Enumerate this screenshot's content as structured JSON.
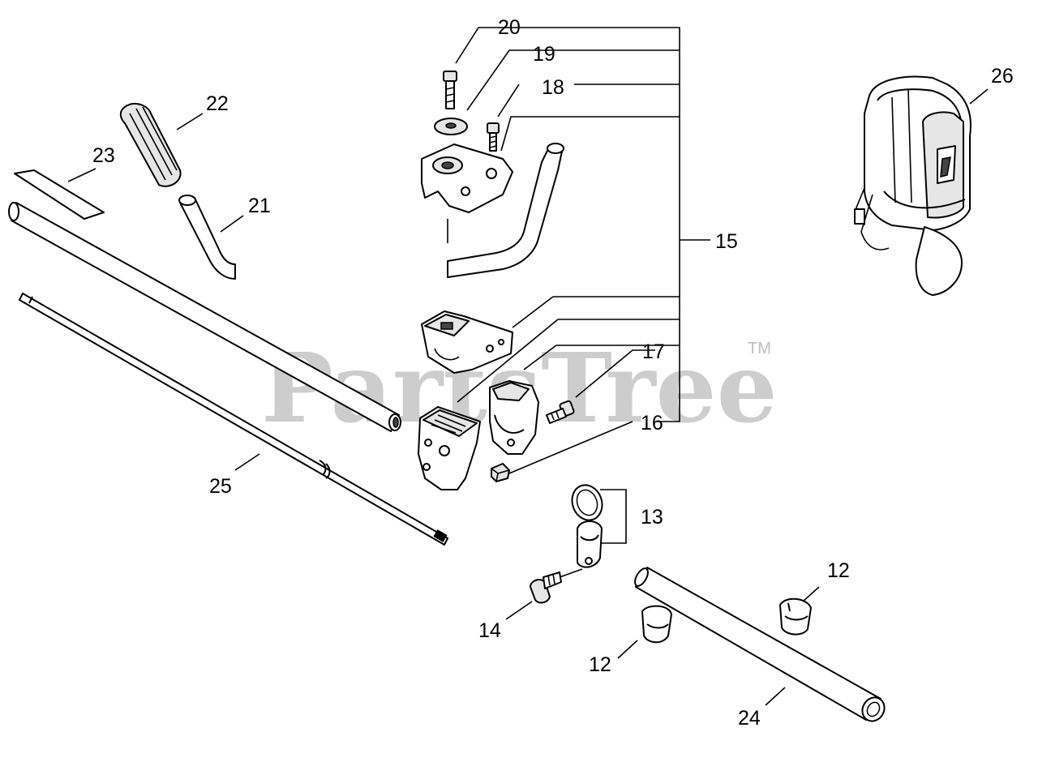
{
  "watermark": {
    "text": "PartsTree",
    "trademark": "TM"
  },
  "labels": {
    "p12a": "12",
    "p12b": "12",
    "p13": "13",
    "p14": "14",
    "p15": "15",
    "p16": "16",
    "p17": "17",
    "p18": "18",
    "p19": "19",
    "p20": "20",
    "p21": "21",
    "p22": "22",
    "p23": "23",
    "p24": "24",
    "p25": "25",
    "p26": "26"
  }
}
